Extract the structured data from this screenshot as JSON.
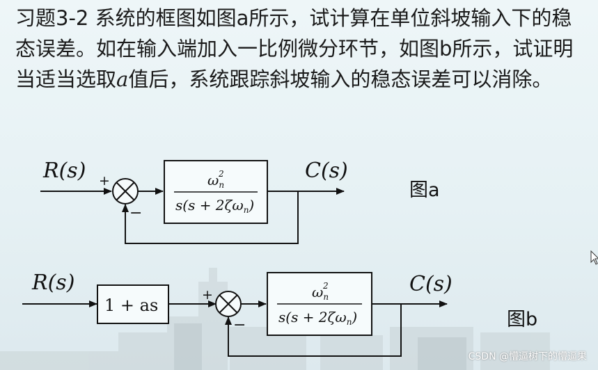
{
  "problem": {
    "text_before_symbol": "习题3-2 系统的框图如图a所示，试计算在单位斜坡输入下的稳态误差。如在输入端加入一比例微分环节，如图b所示，试证明当适当选取",
    "symbol": "a",
    "text_after_symbol": "值后，系统跟踪斜坡输入的稳态误差可以消除。"
  },
  "diagram_a": {
    "input_label": "R(s)",
    "output_label": "C(s)",
    "plus_sign": "+",
    "minus_sign": "−",
    "tf_numerator": "ω",
    "tf_num_sub": "n",
    "tf_num_sup": "2",
    "tf_denominator": "s(s + 2ζω",
    "tf_den_sub": "n",
    "tf_den_close": ")",
    "figure_label": "图a"
  },
  "diagram_b": {
    "input_label": "R(s)",
    "output_label": "C(s)",
    "pd_block": "1 + as",
    "plus_sign": "+",
    "minus_sign": "−",
    "tf_numerator": "ω",
    "tf_num_sub": "n",
    "tf_num_sup": "2",
    "tf_denominator": "s(s + 2ζω",
    "tf_den_sub": "n",
    "tf_den_close": ")",
    "figure_label": "图b"
  },
  "watermark": "CSDN @懵逼树下的懵逼果"
}
